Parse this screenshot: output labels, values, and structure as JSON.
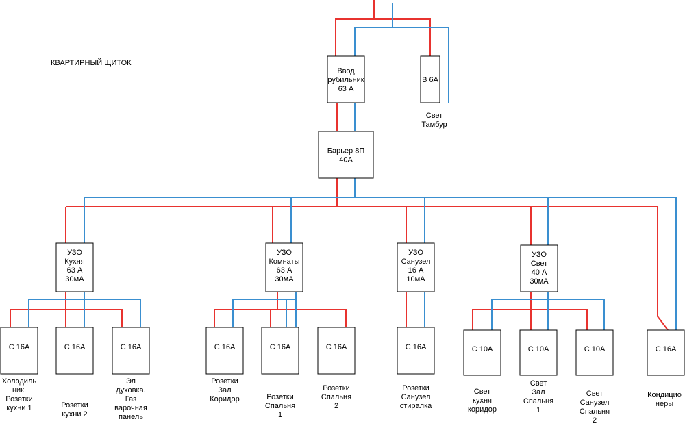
{
  "title": "КВАРТИРНЫЙ ЩИТОК",
  "colors": {
    "phase": "#e8332f",
    "neutral": "#3a8fd0",
    "box_border": "#000000"
  },
  "devices": {
    "main_switch": [
      "Ввод",
      "рубильник",
      "63 А"
    ],
    "tambour_breaker": [
      "В 6А"
    ],
    "tambour_caption": [
      "Свет",
      "Тамбур"
    ],
    "barrier": [
      "Барьер 8П",
      "40А"
    ]
  },
  "rcd_groups": [
    {
      "rcd": [
        "УЗО",
        "Кухня",
        "63 А",
        "30мА"
      ],
      "breakers": [
        {
          "rating": "С 16А",
          "caption": [
            "Холодиль",
            "ник.",
            "Розетки",
            "кухни 1"
          ]
        },
        {
          "rating": "С 16А",
          "caption": [
            "Розетки",
            "кухни 2"
          ]
        },
        {
          "rating": "С 16А",
          "caption": [
            "Эл",
            "духовка.",
            "Газ",
            "варочная",
            "панель"
          ]
        }
      ]
    },
    {
      "rcd": [
        "УЗО",
        "Комнаты",
        "63 А",
        "30мА"
      ],
      "breakers": [
        {
          "rating": "С 16А",
          "caption": [
            "Розетки",
            "Зал",
            "Коридор"
          ]
        },
        {
          "rating": "С 16А",
          "caption": [
            "Розетки",
            "Спальня",
            "1"
          ]
        },
        {
          "rating": "С 16А",
          "caption": [
            "Розетки",
            "Спальня",
            "2"
          ]
        }
      ]
    },
    {
      "rcd": [
        "УЗО",
        "Санузел",
        "16 А",
        "10мА"
      ],
      "breakers": [
        {
          "rating": "С 16А",
          "caption": [
            "Розетки",
            "Санузел",
            "стиралка"
          ]
        }
      ]
    },
    {
      "rcd": [
        "УЗО",
        "Свет",
        "40 А",
        "30мА"
      ],
      "breakers": [
        {
          "rating": "С 10А",
          "caption": [
            "Свет",
            "кухня",
            "коридор"
          ]
        },
        {
          "rating": "С 10А",
          "caption": [
            "Свет",
            "Зал",
            "Спальня",
            "1"
          ]
        },
        {
          "rating": "С 10А",
          "caption": [
            "Свет",
            "Санузел",
            "Спальня",
            "2"
          ]
        }
      ]
    }
  ],
  "direct_breaker": {
    "rating": "С 16А",
    "caption": [
      "Кондицио",
      "неры"
    ]
  }
}
